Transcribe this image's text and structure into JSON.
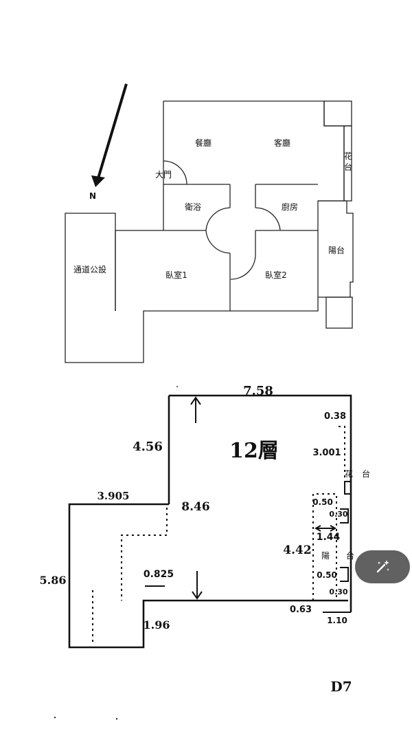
{
  "top_plan": {
    "compass": "N",
    "rooms": {
      "dining": "餐廳",
      "living": "客廳",
      "flower_bed": [
        "花",
        "台"
      ],
      "main_door": "大門",
      "bathroom": "衛浴",
      "kitchen": "廚房",
      "balcony": "陽台",
      "public_passage": "通道公設",
      "bedroom1": "臥室1",
      "bedroom2": "臥室2"
    }
  },
  "survey_plan": {
    "floor_label": "12層",
    "dimensions": {
      "top": "7.58",
      "right_top": "0.38",
      "right_mid": "3.001",
      "left_upper": "4.56",
      "left_step": "3.905",
      "inner": "8.46",
      "dotted_step": "0.825",
      "right_balcony": "4.42",
      "balcony_a": "0.50",
      "balcony_b": "0.30",
      "balcony_width": "1.44",
      "balcony_c": "0.50",
      "balcony_d": "0.30",
      "left_lower": "5.86",
      "bottom_step": "1.96",
      "bottom_right": "0.63",
      "bottom_corner": "1.10"
    },
    "annotations": {
      "flower_bed": [
        "花",
        "台"
      ],
      "balcony": [
        "陽",
        "台"
      ]
    },
    "plot_code": "D7"
  },
  "magic_button": {
    "icon": "magic-wand-icon",
    "color": "#616161"
  }
}
